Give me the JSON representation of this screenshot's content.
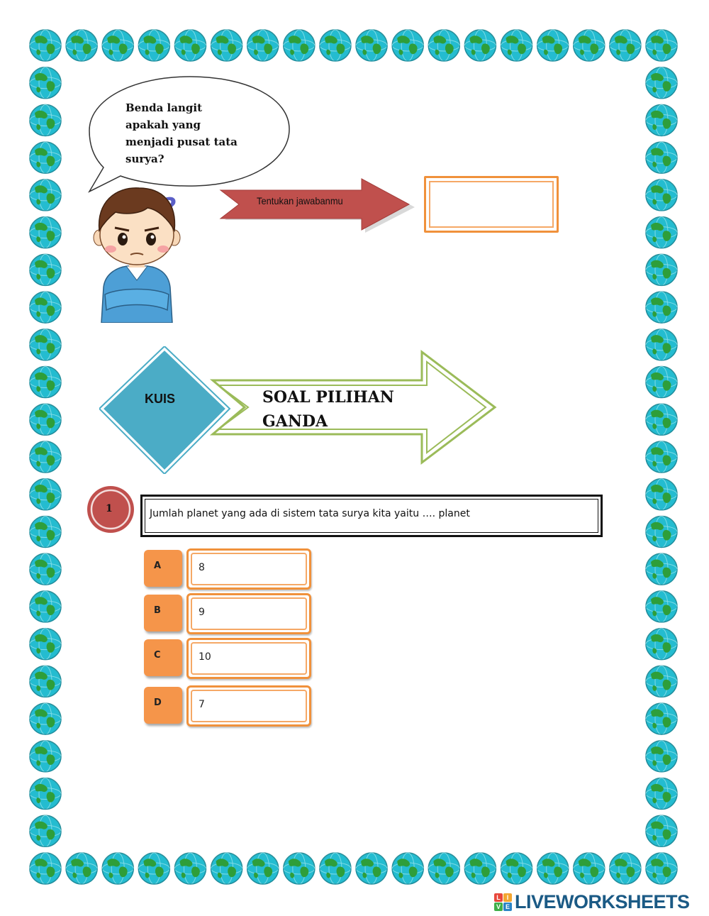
{
  "bubble": {
    "line1": "Benda langit",
    "line2": "apakah  yang",
    "line3": "menjadi pusat tata",
    "line4": "surya?"
  },
  "prompt_arrow": {
    "label": "Tentukan jawabanmu"
  },
  "answer_input": {
    "value": ""
  },
  "quiz_badge": {
    "label": "KUIS"
  },
  "section_title": {
    "line1": "SOAL PILIHAN",
    "line2": "GANDA"
  },
  "question": {
    "number": "1",
    "text": "Jumlah planet yang ada di sistem tata surya kita yaitu …. planet"
  },
  "options": [
    {
      "letter": "A",
      "value": "8"
    },
    {
      "letter": "B",
      "value": "9"
    },
    {
      "letter": "C",
      "value": "10"
    },
    {
      "letter": "D",
      "value": "7"
    }
  ],
  "logo": {
    "text": "LIVEWORKSHEETS",
    "cubes": [
      "L",
      "I",
      "V",
      "E"
    ]
  },
  "colors": {
    "orange": "#f0913b",
    "orange_fill": "#f5954a",
    "red_arrow": "#c0504d",
    "diamond": "#4bacc6",
    "green_arrow": "#9bbb59",
    "globe_water": "#1fb8c9",
    "globe_land": "#2e9e3a"
  }
}
